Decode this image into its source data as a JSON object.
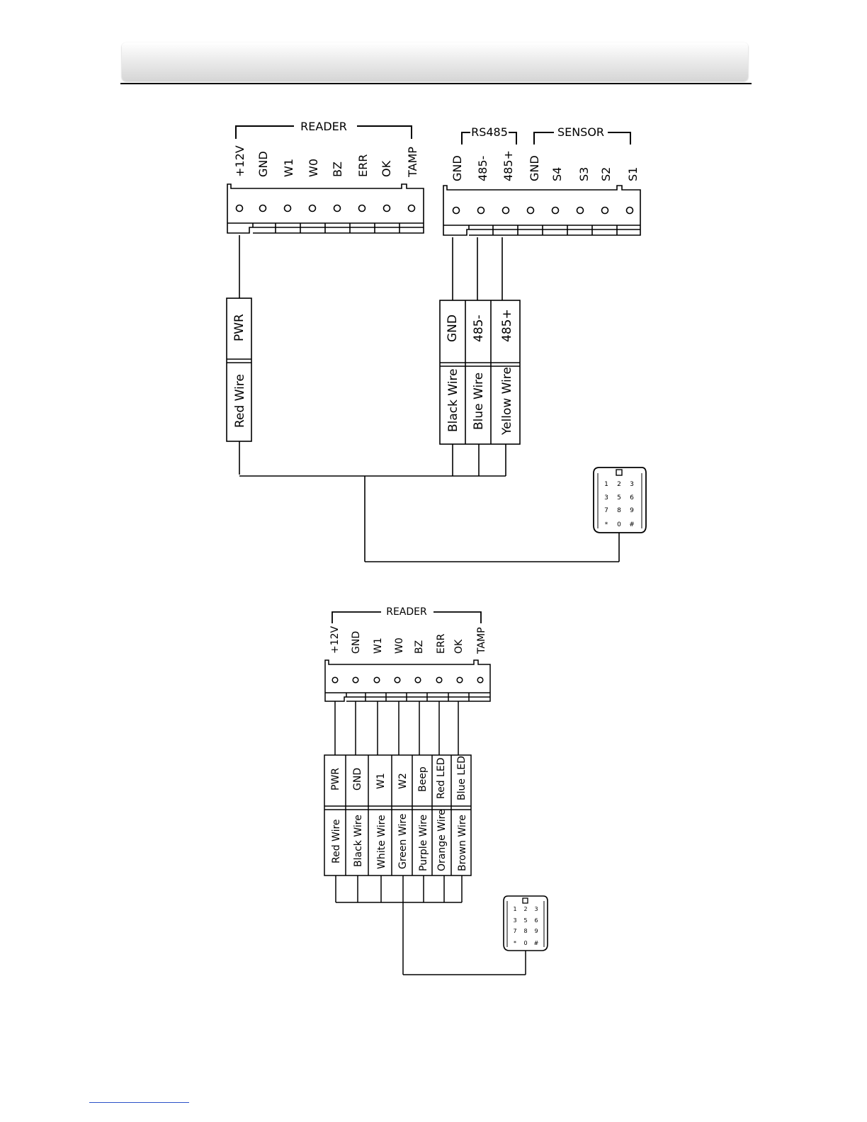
{
  "top_diagram": {
    "reader_group": "READER",
    "reader_pins": [
      "+12V",
      "GND",
      "W1",
      "W0",
      "BZ",
      "ERR",
      "OK",
      "TAMP"
    ],
    "rs485_group": "RS485",
    "sensor_group": "SENSOR",
    "right_pins": [
      "GND",
      "485-",
      "485+",
      "GND",
      "S4",
      "S3",
      "S2",
      "S1"
    ],
    "pwr_label": "PWR",
    "red_wire_label": "Red Wire",
    "rs485_terminals": [
      "GND",
      "485-",
      "485+"
    ],
    "rs485_wires": [
      "Black Wire",
      "Blue Wire",
      "Yellow Wire"
    ]
  },
  "bottom_diagram": {
    "reader_group": "READER",
    "reader_pins": [
      "+12V",
      "GND",
      "W1",
      "W0",
      "BZ",
      "ERR",
      "OK",
      "TAMP"
    ],
    "terminal_labels": [
      "PWR",
      "GND",
      "W1",
      "W2",
      "Beep",
      "Red LED",
      "Blue LED"
    ],
    "wire_labels": [
      "Red Wire",
      "Black Wire",
      "White Wire",
      "Green Wire",
      "Purple Wire",
      "Orange Wire",
      "Brown Wire"
    ]
  },
  "keypad": {
    "keys": [
      [
        "1",
        "2",
        "3"
      ],
      [
        "3",
        "5",
        "6"
      ],
      [
        "7",
        "8",
        "9"
      ],
      [
        "*",
        "0",
        "#"
      ]
    ]
  }
}
